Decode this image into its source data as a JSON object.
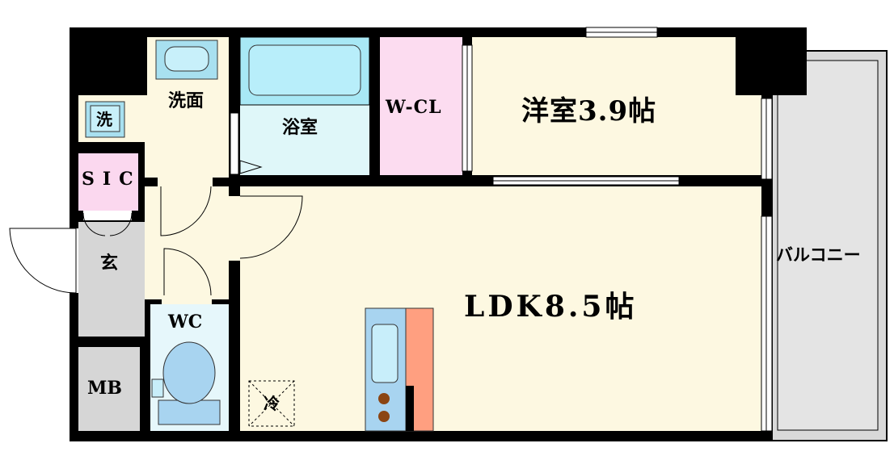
{
  "rooms": {
    "washroom": "洗面",
    "washer": "洗",
    "bathroom": "浴室",
    "wcl": "W-CL",
    "western_room": "洋室3.9帖",
    "sic": "SIC",
    "entrance": "玄",
    "wc": "WC",
    "mb": "MB",
    "ldk": "LDK8.5帖",
    "balcony": "バルコニー",
    "fridge": "冷"
  },
  "colors": {
    "wall": "#000000",
    "cream": "#fdf8e1",
    "bath_blue": "#dff7f9",
    "tub_blue": "#a8e8f5",
    "wcl_pink": "#fcdcf0",
    "sic_pink": "#fbd8ef",
    "wc_blue": "#e6f7fb",
    "gray": "#d6d6d6",
    "kitchen_counter": "#ff9f80",
    "sink_blue": "#a8d4f0",
    "stove_brown": "#8b4513"
  }
}
